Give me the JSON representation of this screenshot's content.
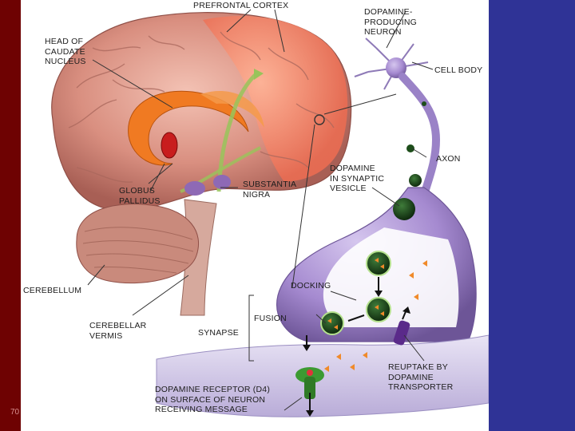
{
  "colors": {
    "left_band": "#6e0202",
    "right_band": "#2f3396",
    "panel": "#ffffff",
    "brain": "#d98f80",
    "neuron": "#a58ad0",
    "caudate": "#f07a22"
  },
  "labels": {
    "prefrontal_cortex": "PREFRONTAL CORTEX",
    "dopamine_producing_neuron": "DOPAMINE-\nPRODUCING\nNEURON",
    "head_of_caudate": "HEAD OF\nCAUDATE\nNUCLEUS",
    "cell_body": "CELL BODY",
    "axon": "AXON",
    "globus_pallidus": "GLOBUS\nPALLIDUS",
    "substantia_nigra": "SUBSTANTIA\nNIGRA",
    "dopamine_vesicle": "DOPAMINE\nIN SYNAPTIC\nVESICLE",
    "docking": "DOCKING",
    "cerebellum": "CEREBELLUM",
    "fusion": "FUSION",
    "cerebellar_vermis": "CEREBELLAR\nVERMIS",
    "synapse": "SYNAPSE",
    "reuptake": "REUPTAKE BY\nDOPAMINE\nTRANSPORTER",
    "receptor": "DOPAMINE RECEPTOR (D4)\nON SURFACE OF NEURON\nRECEIVING MESSAGE"
  },
  "slide_number": "70"
}
